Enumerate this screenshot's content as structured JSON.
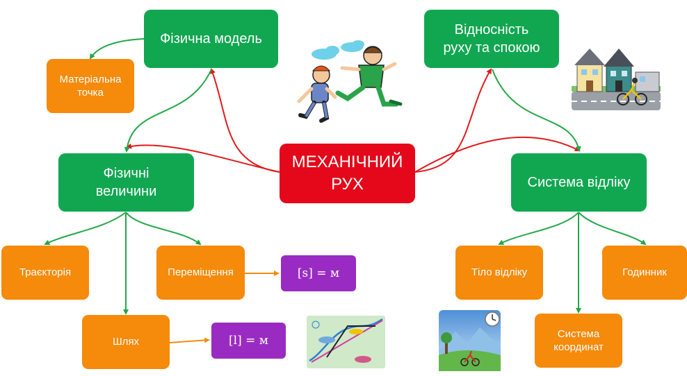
{
  "colors": {
    "center": "#e4081a",
    "main": "#10a750",
    "sub": "#f58a0b",
    "formula": "#9a2bc2",
    "arrow_green": "#21a846",
    "arrow_red": "#e11a1a",
    "arrow_orange": "#f28c0f"
  },
  "center": {
    "label": "МЕХАНІЧНИЙ\nРУХ"
  },
  "main_nodes": {
    "physical_model": "Фізична модель",
    "relativity": "Відносність\nруху та спокою",
    "quantities": "Фізичні\nвеличини",
    "reference_system": "Система відліку"
  },
  "sub_nodes": {
    "material_point": "Матеріальна\nточка",
    "trajectory": "Траєкторія",
    "displacement": "Переміщення",
    "path": "Шлях",
    "reference_body": "Тіло відліку",
    "clock": "Годинник",
    "coordinates": "Система\nкоординат"
  },
  "formulas": {
    "displacement_unit": "[s] = м",
    "path_unit": "[l] = м"
  },
  "icons": {
    "runners": "running-boys-illustration",
    "town": "houses-cyclist-illustration",
    "trajectory": "trajectory-diagram-illustration",
    "landscape": "landscape-clock-illustration"
  }
}
